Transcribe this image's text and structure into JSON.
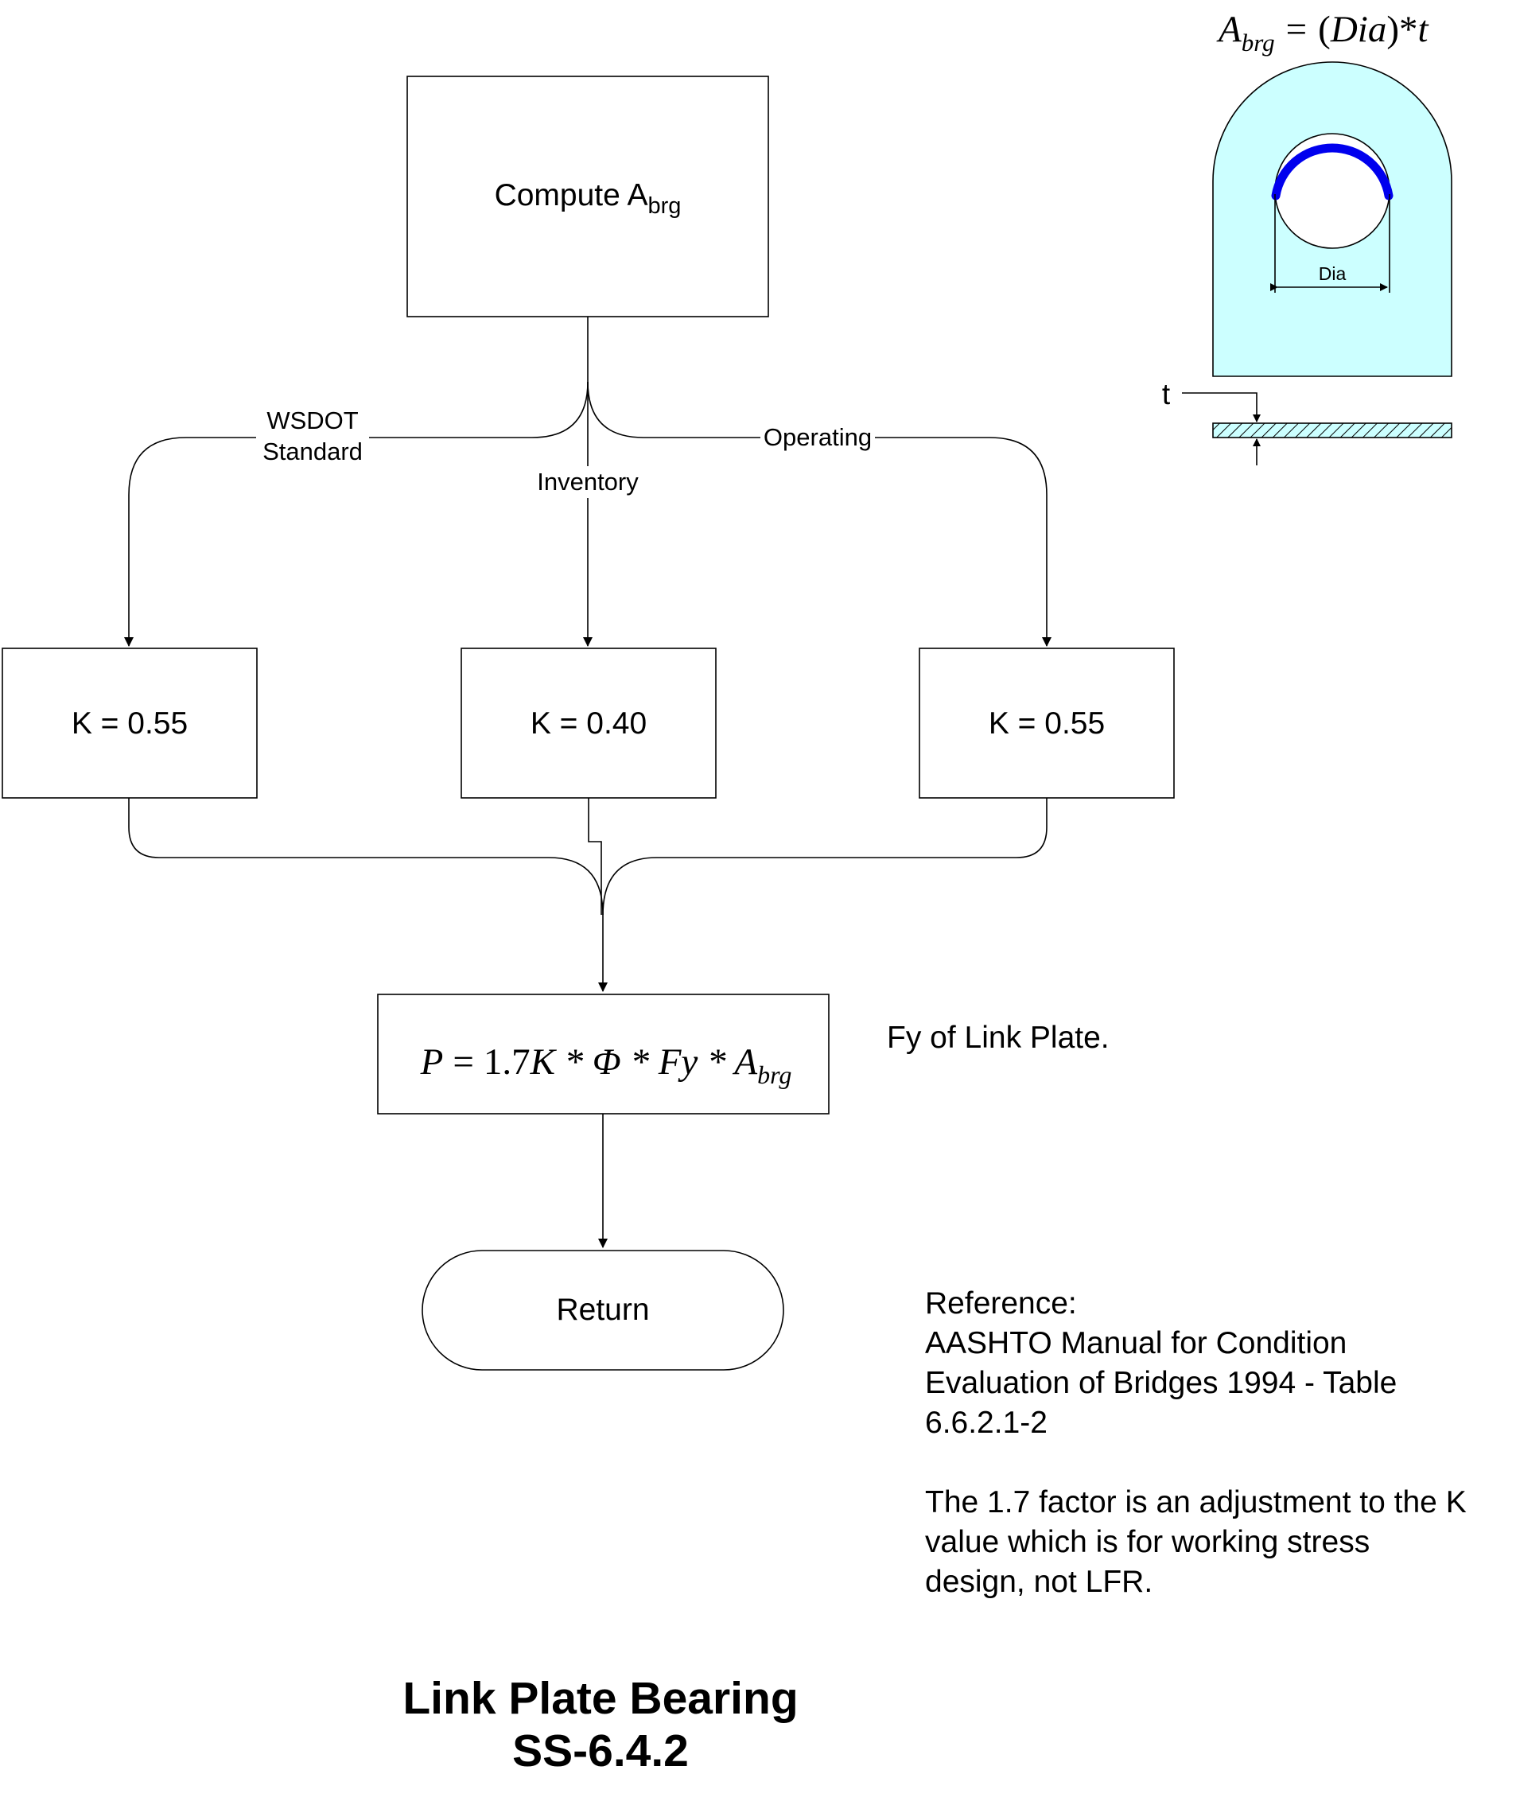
{
  "flowchart": {
    "compute": {
      "text": "Compute A",
      "sub": "brg"
    },
    "branches": {
      "wsdot": [
        "WSDOT",
        "Standard"
      ],
      "inventory": "Inventory",
      "operating": "Operating"
    },
    "k_boxes": [
      "K = 0.55",
      "K = 0.40",
      "K = 0.55"
    ],
    "formula": {
      "lhs": "P",
      "eq": "=",
      "num": "1.7",
      "rest": "K * Φ * Fy * A",
      "sub": "brg"
    },
    "return_label": "Return"
  },
  "inset": {
    "formula": {
      "a": "A",
      "sub": "brg",
      "eq": "=",
      "paren_open": "(",
      "dia": "Dia",
      "paren_close": ")",
      "star": "*",
      "t": "t"
    },
    "dia_label": "Dia",
    "t_label": "t",
    "plate_fill": "#ccffff",
    "bearing_arc_color": "#0000ee"
  },
  "notes": {
    "fy": "Fy of Link Plate.",
    "reference_lines": [
      "Reference:",
      "AASHTO Manual for Condition",
      "Evaluation of Bridges 1994 - Table",
      "6.6.2.1-2"
    ],
    "factor_lines": [
      "The 1.7 factor is an adjustment to the K",
      "value which is for working stress",
      "design, not LFR."
    ]
  },
  "title": {
    "line1": "Link Plate Bearing",
    "line2": "SS-6.4.2"
  }
}
